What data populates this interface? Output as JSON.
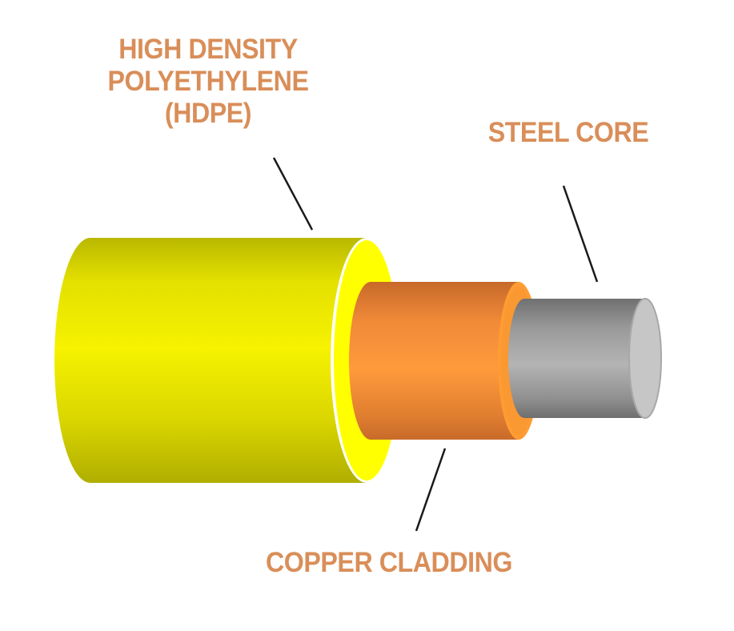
{
  "labels": {
    "hdpe": [
      "HIGH DENSITY",
      "POLYETHYLENE",
      "(HDPE)"
    ],
    "steel_core": "STEEL CORE",
    "copper_cladding": "COPPER CLADDING"
  },
  "colors": {
    "label_text": "#D98E59",
    "leader_line": "#1a1a1a",
    "hdpe_body": "#C8C400",
    "hdpe_face": "#FFFF00",
    "hdpe_ring": "#FFFFFF",
    "copper_body": "#E8832E",
    "copper_face": "#FF9C33",
    "steel_body": "#909090",
    "steel_face": "#C6C6C6"
  }
}
